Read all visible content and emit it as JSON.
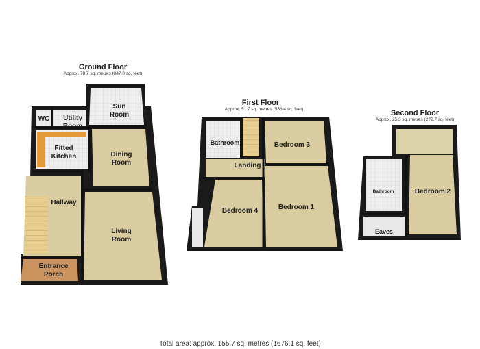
{
  "ground_floor": {
    "title": "Ground Floor",
    "area": "Approx. 78.7 sq. metres (847.0 sq. feet)",
    "rooms": {
      "wc": "WC",
      "utility_room": [
        "Utility",
        "Room"
      ],
      "sun_room": [
        "Sun",
        "Room"
      ],
      "fitted_kitchen": [
        "Fitted",
        "Kitchen"
      ],
      "dining_room": [
        "Dining",
        "Room"
      ],
      "hallway": "Hallway",
      "living_room": [
        "Living",
        "Room"
      ],
      "entrance_porch": [
        "Entrance",
        "Porch"
      ]
    }
  },
  "first_floor": {
    "title": "First Floor",
    "area": "Approx. 51.7 sq. metres (556.4 sq. feet)",
    "rooms": {
      "bathroom": "Bathroom",
      "bedroom_3": "Bedroom 3",
      "landing": "Landing",
      "bedroom_4": "Bedroom 4",
      "bedroom_1": "Bedroom 1"
    }
  },
  "second_floor": {
    "title": "Second Floor",
    "area": "Approx. 25.3 sq. metres (272.7 sq. feet)",
    "rooms": {
      "bathroom": "Bathroom",
      "bedroom_2": "Bedroom 2",
      "eaves": "Eaves"
    }
  },
  "total_area": "Total area: approx. 155.7 sq. metres (1676.1 sq. feet)",
  "colors": {
    "wall": "#111111",
    "carpet": "#d8cca0",
    "tile_floor": "#e8e8e8",
    "kitchen_counter": "#e59a3a",
    "stairs": "#e6c98a",
    "porch_floor": "#c87f4a"
  }
}
